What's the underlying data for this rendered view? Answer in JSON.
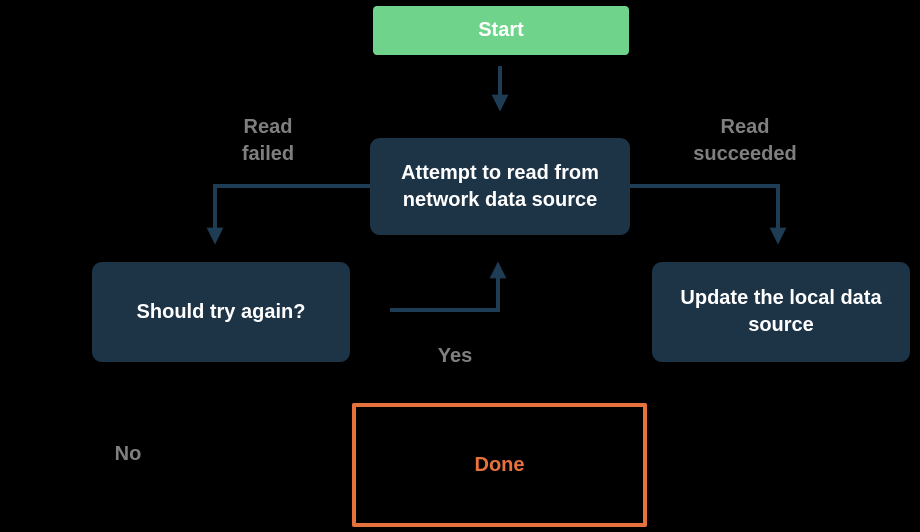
{
  "colors": {
    "background": "#000000",
    "node-dark": "#1d3346",
    "node-green": "#70d38b",
    "arrow": "#1f3c55",
    "label-gray": "#7f7f7f",
    "accent-orange": "#e5713d",
    "text-white": "#ffffff"
  },
  "nodes": {
    "start": {
      "label": "Start"
    },
    "attempt": {
      "label": "Attempt to read from network data source"
    },
    "should_try": {
      "label": "Should try again?"
    },
    "update": {
      "label": "Update the local data source"
    },
    "done": {
      "label": "Done"
    }
  },
  "edge_labels": {
    "read_failed": "Read\nfailed",
    "read_succeeded": "Read\nsucceeded",
    "yes": "Yes",
    "no": "No"
  }
}
